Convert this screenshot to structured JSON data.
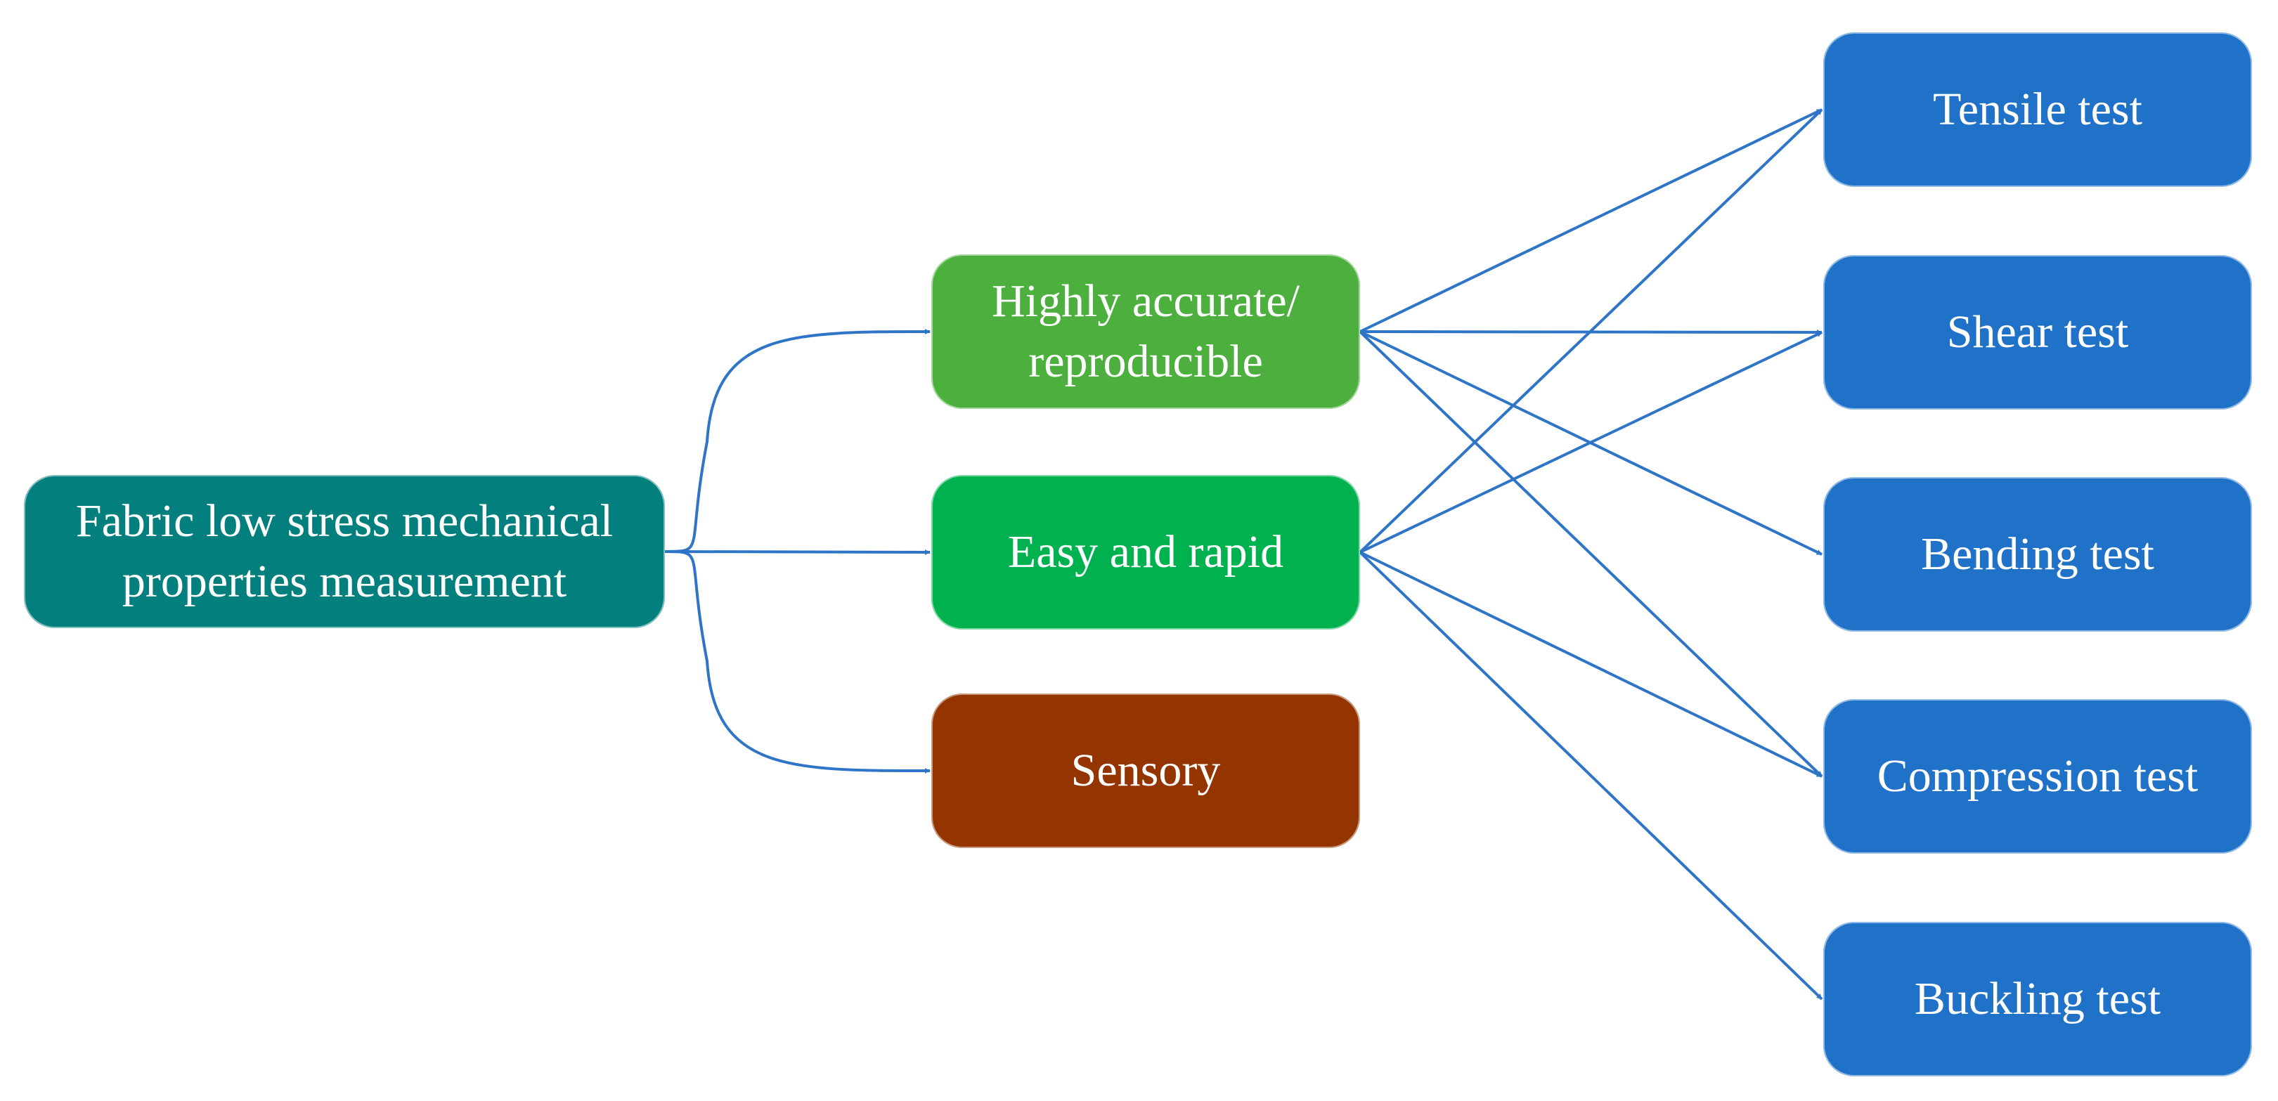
{
  "colors": {
    "arrow": "#2e75c8",
    "root": "#03807e",
    "accurate": "#4caf3e",
    "easy": "#00b14f",
    "sensory": "#943500",
    "test": "#2072c8"
  },
  "nodes": {
    "root": "Fabric low stress mechanical\nproperties measurement",
    "accurate": "Highly accurate/\nreproducible",
    "easy": "Easy and rapid",
    "sensory": "Sensory",
    "tensile": "Tensile test",
    "shear": "Shear test",
    "bending": "Bending test",
    "compression": "Compression test",
    "buckling": "Buckling test"
  },
  "edges": [
    {
      "from": "root",
      "to": "accurate"
    },
    {
      "from": "root",
      "to": "easy"
    },
    {
      "from": "root",
      "to": "sensory"
    },
    {
      "from": "accurate",
      "to": "tensile"
    },
    {
      "from": "accurate",
      "to": "shear"
    },
    {
      "from": "accurate",
      "to": "bending"
    },
    {
      "from": "accurate",
      "to": "compression"
    },
    {
      "from": "easy",
      "to": "tensile"
    },
    {
      "from": "easy",
      "to": "shear"
    },
    {
      "from": "easy",
      "to": "compression"
    },
    {
      "from": "easy",
      "to": "buckling"
    }
  ]
}
